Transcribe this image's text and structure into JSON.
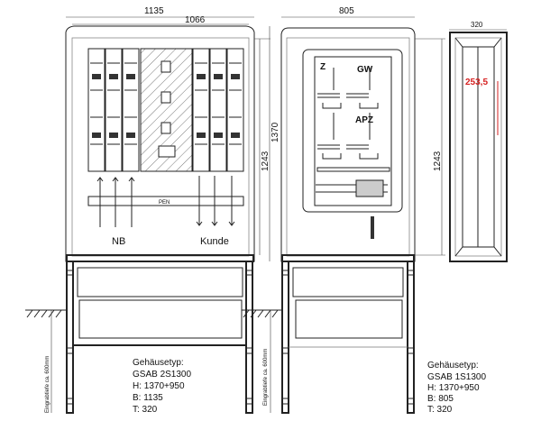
{
  "dimensions": {
    "left_width_outer": "1135",
    "left_width_inner": "1066",
    "left_height_total": "1370",
    "left_height_inner": "1243",
    "middle_width": "805",
    "middle_height_inner": "1243",
    "side_depth": "320",
    "side_highlight": "253,5"
  },
  "labels": {
    "pen": "PEN",
    "nb": "NB",
    "kunde": "Kunde",
    "z": "Z",
    "gw": "GW",
    "apz": "APZ",
    "burial_depth": "Eingrabtiefe ca. 600mm"
  },
  "specs": [
    {
      "title": "Gehäusetyp:",
      "type": "GSAB 2S1300",
      "h": "H: 1370+950",
      "b": "B: 1135",
      "t": "T: 320"
    },
    {
      "title": "Gehäusetyp:",
      "type": "GSAB 1S1300",
      "h": "H: 1370+950",
      "b": "B: 805",
      "t": "T: 320"
    }
  ],
  "colors": {
    "highlight": "#d62020"
  }
}
